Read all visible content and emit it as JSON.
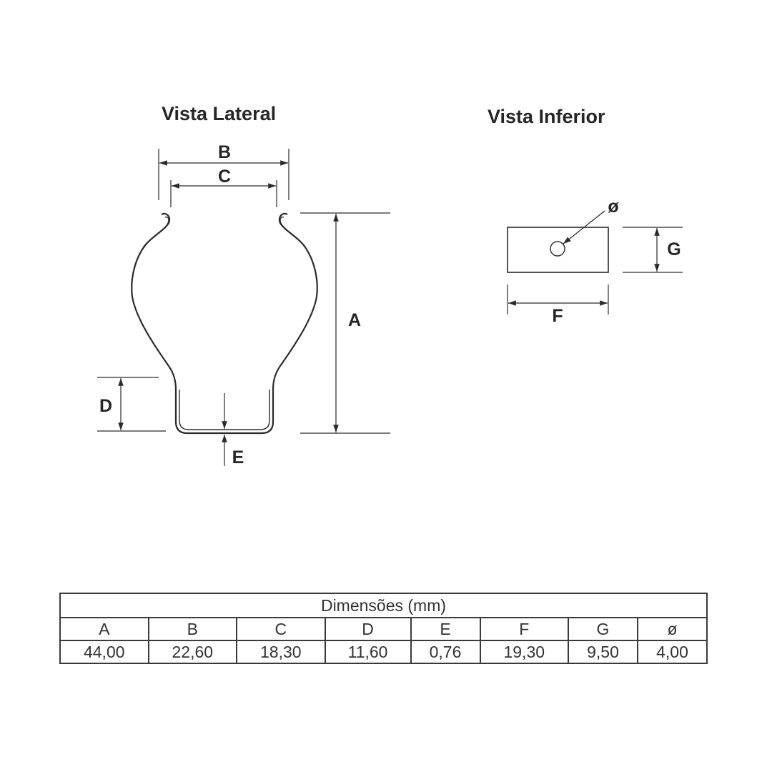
{
  "views": {
    "lateral": {
      "title": "Vista Lateral",
      "labels": {
        "A": "A",
        "B": "B",
        "C": "C",
        "D": "D",
        "E": "E"
      }
    },
    "inferior": {
      "title": "Vista Inferior",
      "labels": {
        "diameter": "ø",
        "F": "F",
        "G": "G"
      }
    }
  },
  "table": {
    "caption": "Dimensões (mm)",
    "headers": [
      "A",
      "B",
      "C",
      "D",
      "E",
      "F",
      "G",
      "ø"
    ],
    "values": [
      "44,00",
      "22,60",
      "18,30",
      "11,60",
      "0,76",
      "19,30",
      "9,50",
      "4,00"
    ]
  }
}
